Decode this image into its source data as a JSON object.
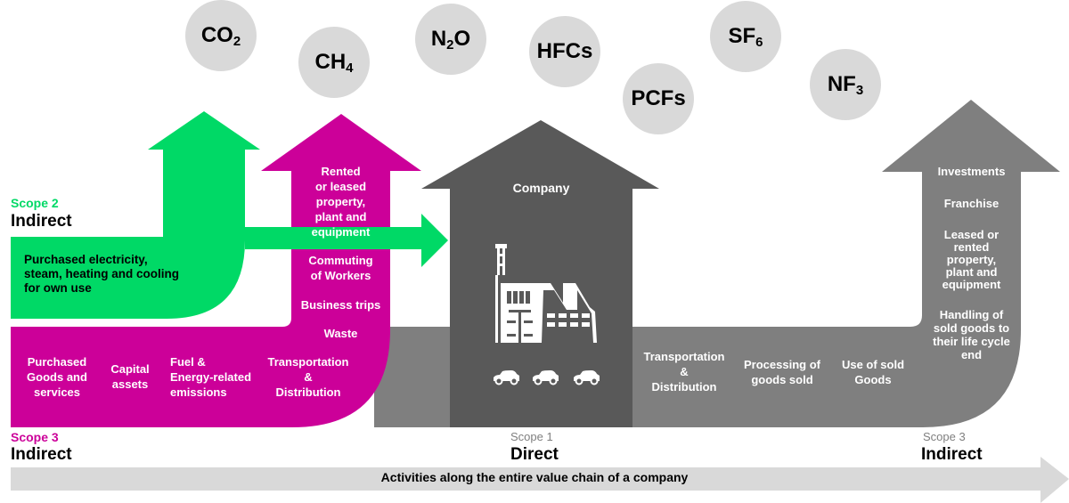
{
  "colors": {
    "scope2_green": "#00d966",
    "scope3_magenta": "#cc0099",
    "scope1_dark": "#595959",
    "scope3_downstream_gray": "#7f7f7f",
    "gas_circle": "#d9d9d9",
    "value_chain_bar": "#d9d9d9"
  },
  "gases": [
    {
      "base": "CO",
      "sub": "2",
      "suffix": ""
    },
    {
      "base": "CH",
      "sub": "4",
      "suffix": ""
    },
    {
      "base": "N",
      "sub": "2",
      "suffix": "O"
    },
    {
      "base": "HFCs",
      "sub": "",
      "suffix": ""
    },
    {
      "base": "PCFs",
      "sub": "",
      "suffix": ""
    },
    {
      "base": "SF",
      "sub": "6",
      "suffix": ""
    },
    {
      "base": "NF",
      "sub": "3",
      "suffix": ""
    }
  ],
  "scope2": {
    "label": "Scope 2",
    "kind": "Indirect",
    "activity": "Purchased electricity,\nsteam, heating and cooling\nfor own use"
  },
  "scope3_upstream": {
    "label": "Scope 3",
    "kind": "Indirect",
    "vertical_items": [
      "Rented\nor leased\nproperty,\nplant and\nequipment",
      "Commuting\nof Workers",
      "Business trips",
      "Waste"
    ],
    "horizontal_items": [
      "Purchased\nGoods and\nservices",
      "Capital\nassets",
      "Fuel &\nEnergy-related\nemissions",
      "Transportation\n&\nDistribution"
    ]
  },
  "scope1": {
    "label": "Scope 1",
    "kind": "Direct",
    "title": "Company",
    "icons": [
      "factory-icon",
      "car-icon",
      "car-icon",
      "car-icon"
    ]
  },
  "scope3_downstream": {
    "label": "Scope 3",
    "kind": "Indirect",
    "horizontal_items": [
      "Transportation\n&\nDistribution",
      "Processing of\ngoods sold",
      "Use of sold\nGoods"
    ],
    "vertical_items": [
      "Investments",
      "Franchise",
      "Leased or\nrented\nproperty,\nplant and\nequipment",
      "Handling of\nsold goods to\ntheir life cycle\nend"
    ]
  },
  "value_chain": {
    "label": "Activities along the entire value chain of a company"
  }
}
